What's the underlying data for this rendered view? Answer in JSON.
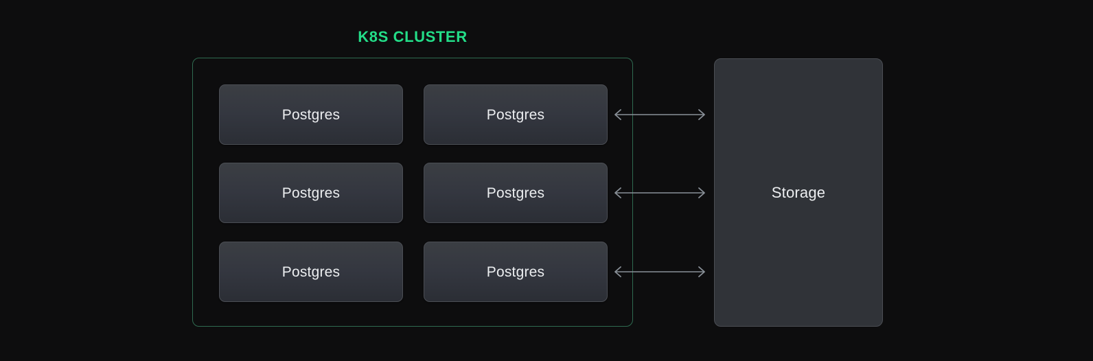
{
  "diagram": {
    "background_color": "#0d0d0e",
    "title": "K8S CLUSTER",
    "title_color": "#23dd88",
    "cluster": {
      "border_color": "#2f6b51",
      "node_label": "Postgres",
      "rows": [
        {
          "nodes": [
            {
              "label": "Postgres"
            },
            {
              "label": "Postgres"
            }
          ]
        },
        {
          "nodes": [
            {
              "label": "Postgres"
            },
            {
              "label": "Postgres"
            }
          ]
        },
        {
          "nodes": [
            {
              "label": "Postgres"
            },
            {
              "label": "Postgres"
            }
          ]
        }
      ]
    },
    "connectors": [
      {
        "direction": "bidirectional",
        "color": "#8a9199"
      },
      {
        "direction": "bidirectional",
        "color": "#8a9199"
      },
      {
        "direction": "bidirectional",
        "color": "#8a9199"
      }
    ],
    "storage": {
      "label": "Storage",
      "fill_color": "#303338",
      "border_color": "#4b4e54"
    }
  }
}
